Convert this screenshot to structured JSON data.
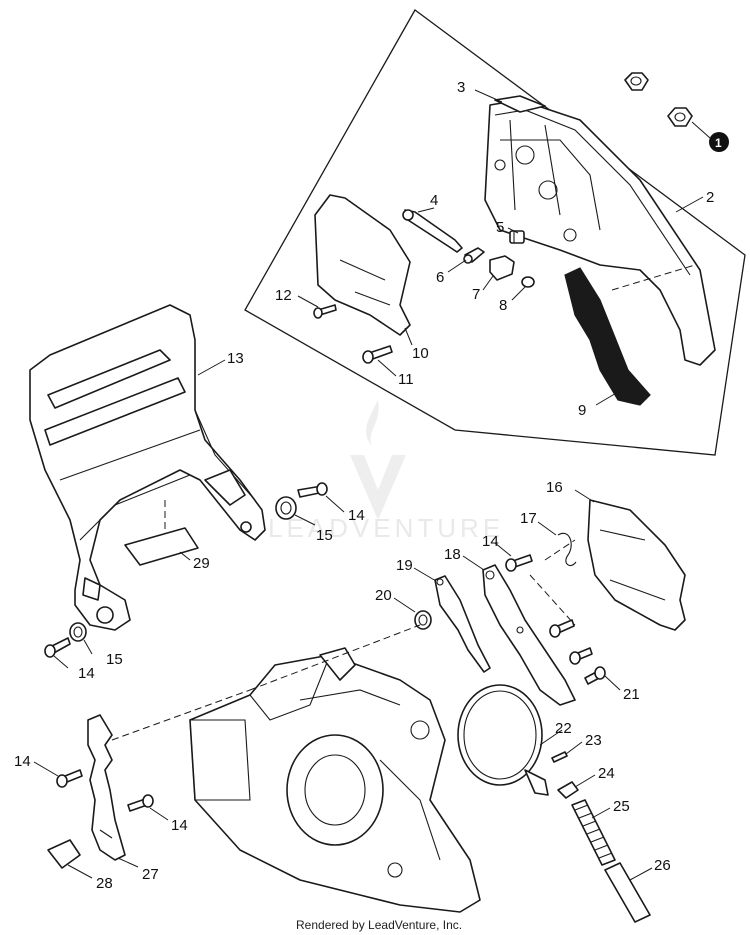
{
  "diagram": {
    "callouts": [
      "2",
      "3",
      "4",
      "5",
      "6",
      "7",
      "8",
      "9",
      "10",
      "11",
      "12",
      "13",
      "14",
      "15",
      "16",
      "17",
      "18",
      "19",
      "20",
      "21",
      "22",
      "23",
      "24",
      "25",
      "26",
      "27",
      "28",
      "29"
    ],
    "badge": "1",
    "watermark": "LEADVENTURE",
    "credit": "Rendered by LeadVenture, Inc.",
    "colors": {
      "line": "#1a1a1a",
      "background": "#ffffff",
      "watermark": "#e9e9e9",
      "badge": "#111111"
    }
  }
}
